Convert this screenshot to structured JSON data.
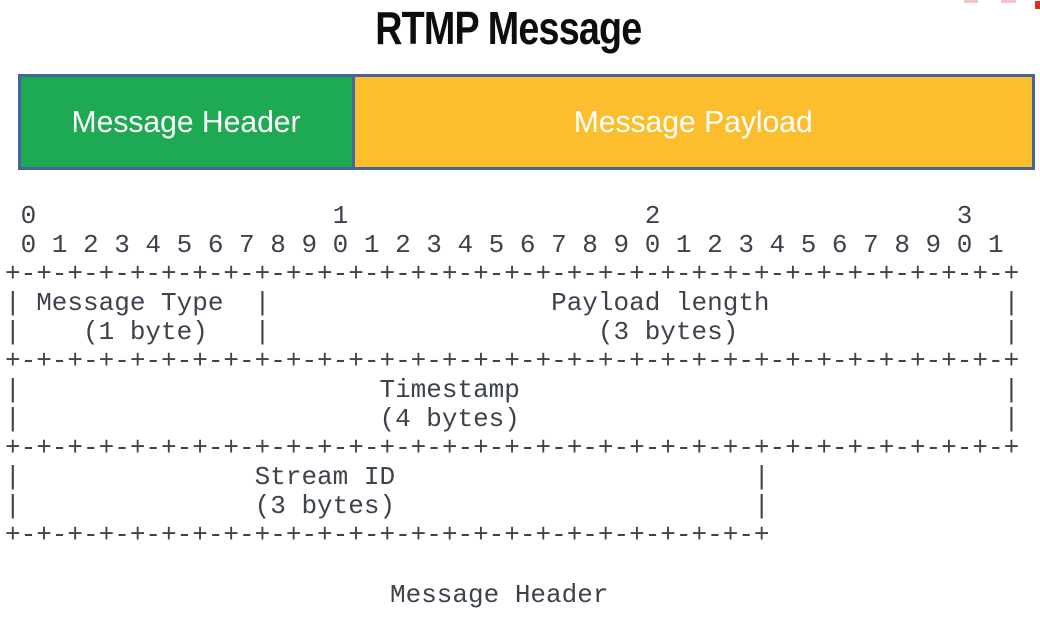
{
  "title": "RTMP Message",
  "structure_bar": {
    "header_label": "Message Header",
    "payload_label": "Message Payload",
    "header_fill": "#1EA953",
    "payload_fill": "#FCBE2C",
    "border_color": "#44659D",
    "label_text_color": "#FFFFFF"
  },
  "bit_diagram": {
    "text_color": "#3D434D",
    "ascii_lines": [
      " 0                   1                   2                   3",
      " 0 1 2 3 4 5 6 7 8 9 0 1 2 3 4 5 6 7 8 9 0 1 2 3 4 5 6 7 8 9 0 1",
      "+-+-+-+-+-+-+-+-+-+-+-+-+-+-+-+-+-+-+-+-+-+-+-+-+-+-+-+-+-+-+-+-+",
      "| Message Type  |                  Payload length               |",
      "|    (1 byte)   |                     (3 bytes)                 |",
      "+-+-+-+-+-+-+-+-+-+-+-+-+-+-+-+-+-+-+-+-+-+-+-+-+-+-+-+-+-+-+-+-+",
      "|                       Timestamp                               |",
      "|                       (4 bytes)                               |",
      "+-+-+-+-+-+-+-+-+-+-+-+-+-+-+-+-+-+-+-+-+-+-+-+-+-+-+-+-+-+-+-+-+",
      "|               Stream ID                       |",
      "|               (3 bytes)                       |",
      "+-+-+-+-+-+-+-+-+-+-+-+-+-+-+-+-+-+-+-+-+-+-+-+-+"
    ],
    "caption": "Message Header"
  },
  "corner_artifacts": {
    "red": "#D93025",
    "pink": "#F5C4C4"
  }
}
